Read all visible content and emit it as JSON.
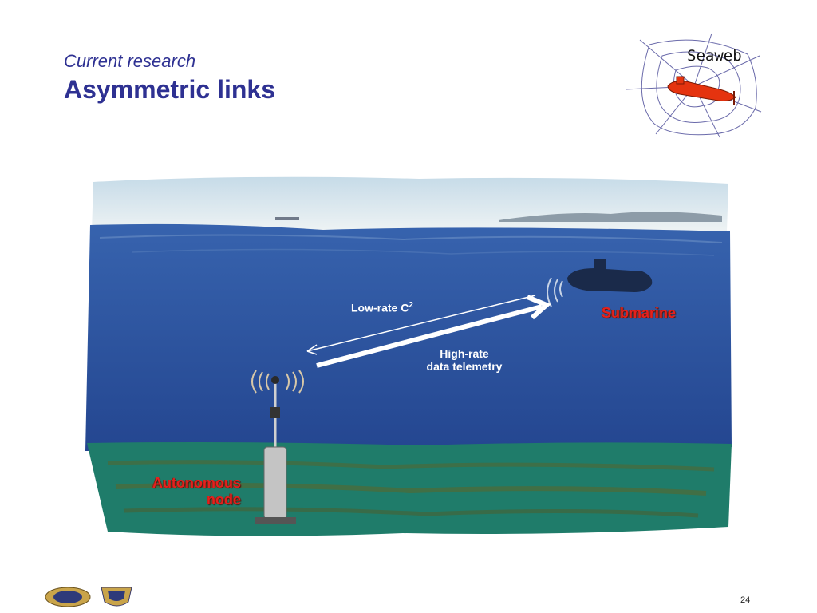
{
  "slide": {
    "subtitle": "Current research",
    "title": "Asymmetric links",
    "page_number": "24"
  },
  "seaweb_logo": {
    "label": "Seaweb",
    "submarine_color": "#e5330f",
    "web_color": "#6a6aaa"
  },
  "scene": {
    "link_downlink_label": "Low-rate C",
    "link_downlink_sup": "2",
    "link_uplink_label_line1": "High-rate",
    "link_uplink_label_line2": "data telemetry",
    "submarine_label": "Submarine",
    "node_label_line1": "Autonomous",
    "node_label_line2": "node",
    "colors": {
      "water": "#2b4f9a",
      "seabed": "#1f7c6a",
      "sky": "#dbe7ee",
      "label_red": "#e5201e"
    }
  },
  "logos": [
    "logo-left-seal",
    "logo-right-shield"
  ]
}
